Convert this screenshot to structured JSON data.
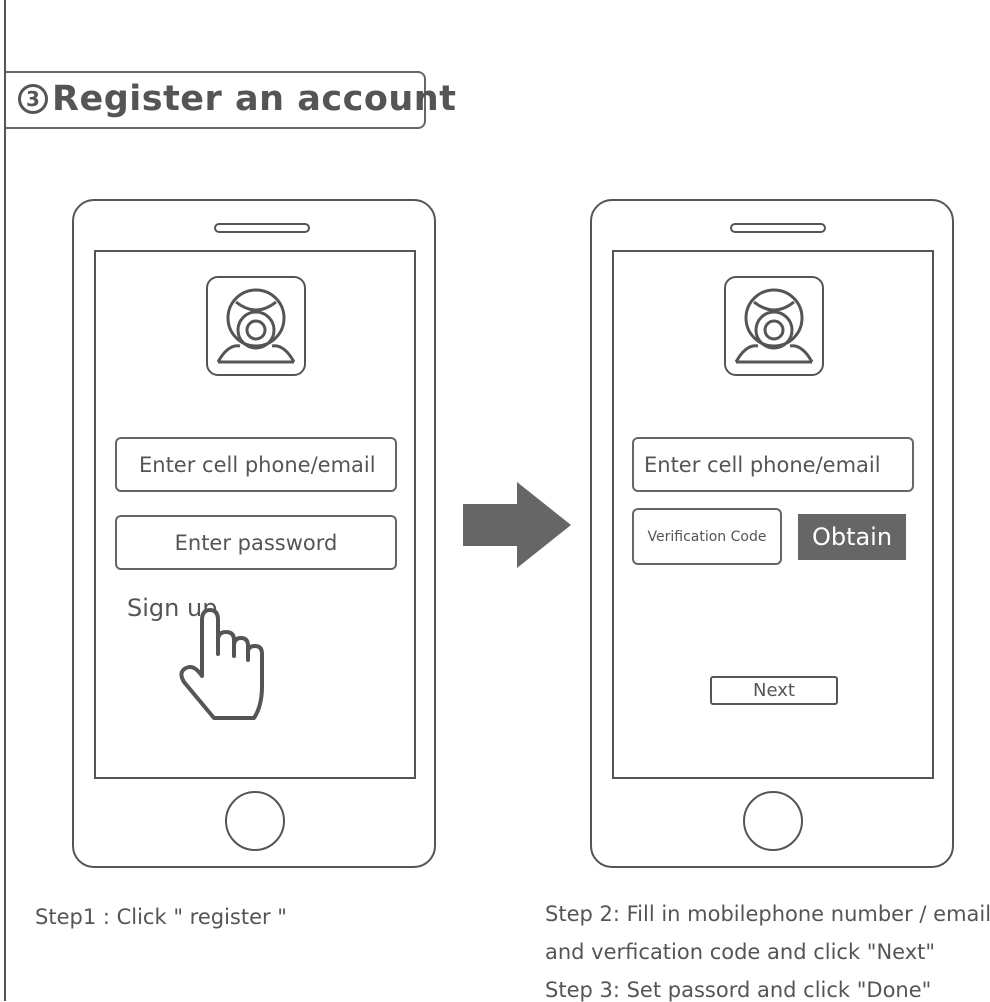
{
  "title": {
    "mark": "3",
    "text": "Register an account"
  },
  "phone1": {
    "phone_field": "Enter cell phone/email",
    "password_field": "Enter password",
    "signup_link": "Sign up"
  },
  "phone2": {
    "phone_field": "Enter cell phone/email",
    "code_field": "Verification Code",
    "obtain_button": "Obtain",
    "next_button": "Next"
  },
  "captions": {
    "step1": "Step1 : Click  \" register \"",
    "step2_line1": "Step 2: Fill in mobilephone  number / email",
    "step2_line2": "and verfication code and click \"Next\"",
    "step3": "Step 3:  Set passord  and  click \"Done\""
  },
  "colors": {
    "line": "#555555",
    "arrow": "#666666",
    "obtain_bg": "#666666"
  },
  "icons": [
    "webcam-app-icon",
    "pointing-hand-icon",
    "right-arrow-icon"
  ]
}
